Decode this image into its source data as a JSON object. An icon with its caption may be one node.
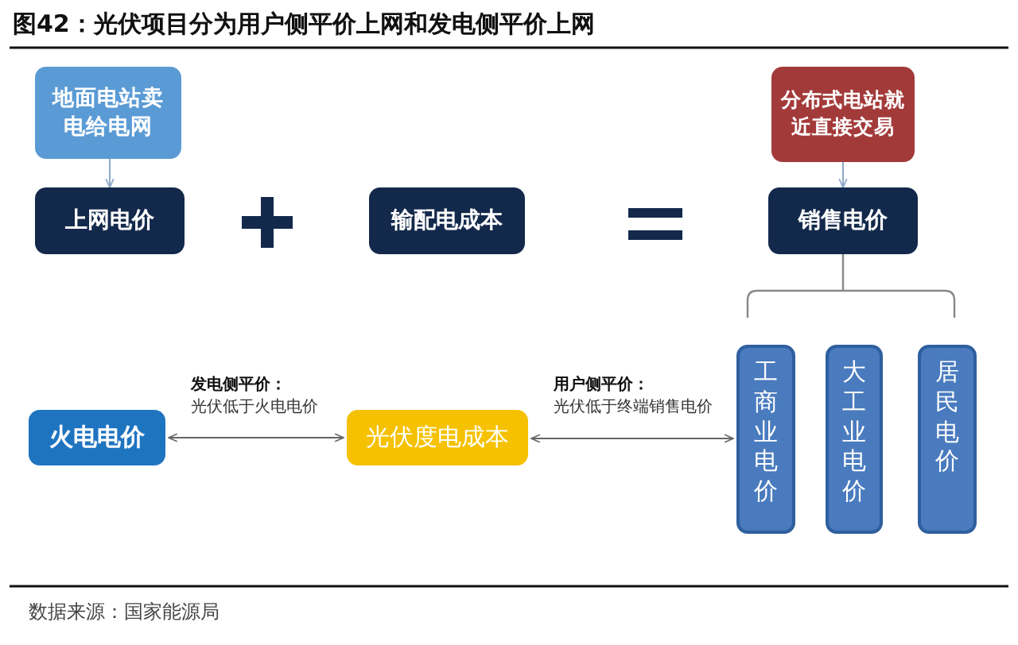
{
  "diagram": {
    "title": "图42：光伏项目分为用户侧平价上网和发电侧平价上网",
    "nodes": [
      {
        "text": [
          "地面电站卖电给电网"
        ]
      },
      {
        "text": [
          "上网电价"
        ]
      },
      {
        "text": [
          "输配电成本"
        ]
      },
      {
        "text": [
          "分布式电站就近直接交易"
        ]
      },
      {
        "text": [
          "销售电价"
        ]
      },
      {
        "text": [
          "火电电价"
        ]
      },
      {
        "text": [
          "光伏度电成本"
        ]
      },
      {
        "text": [
          "工商业电价"
        ]
      },
      {
        "text": [
          "大工业电价"
        ]
      },
      {
        "text": [
          "居民电价"
        ]
      }
    ],
    "edges": [
      {
        "from": 0,
        "to": 1,
        "arrow": "to",
        "color": "#8ea9c8"
      },
      {
        "from": 3,
        "to": 4,
        "arrow": "to",
        "color": "#8ea9c8"
      },
      {
        "from": 5,
        "to": 6,
        "arrow": "both",
        "color": "#666666",
        "label": "**发电侧平价：**光伏低于火电电价"
      },
      {
        "from": 6,
        "to": 7,
        "arrow": "both",
        "color": "#666666",
        "label": "**用户侧平价：**光伏低于终端销售电价"
      }
    ],
    "labels": [
      "数据来源：国家能源局"
    ]
  }
}
